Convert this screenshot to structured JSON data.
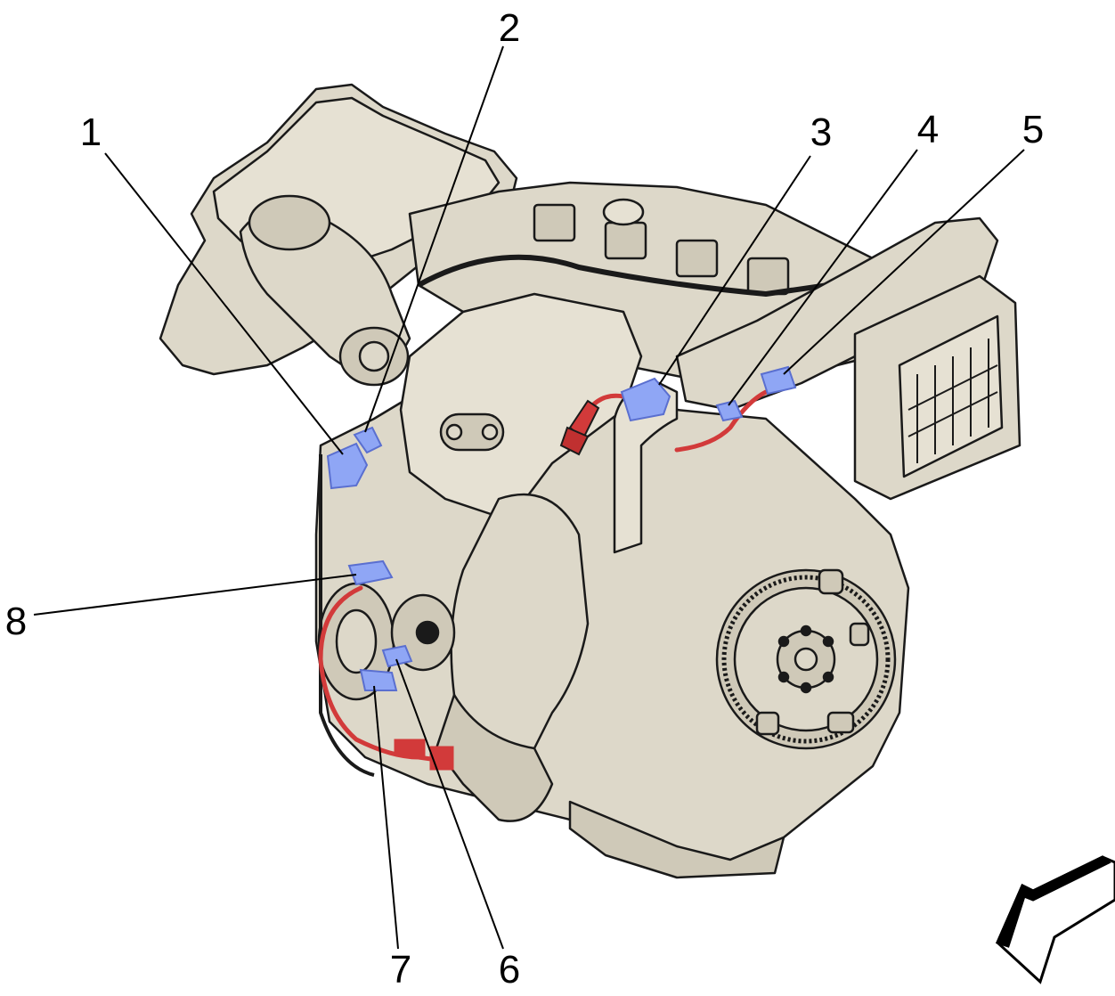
{
  "colors": {
    "engine_fill": "#ddd8c9",
    "engine_shade": "#cfc9b8",
    "outline": "#1a1a1a",
    "connector": "#8fa6f5",
    "connector_dark": "#5a6fd0",
    "harness": "#d23a3a",
    "leader": "#000000",
    "arrow_fill": "#ffffff"
  },
  "callouts": [
    {
      "id": "1",
      "label": "1"
    },
    {
      "id": "2",
      "label": "2"
    },
    {
      "id": "3",
      "label": "3"
    },
    {
      "id": "4",
      "label": "4"
    },
    {
      "id": "5",
      "label": "5"
    },
    {
      "id": "6",
      "label": "6"
    },
    {
      "id": "7",
      "label": "7"
    },
    {
      "id": "8",
      "label": "8"
    }
  ],
  "icons": {
    "view_direction": "view-direction-arrow-icon"
  }
}
